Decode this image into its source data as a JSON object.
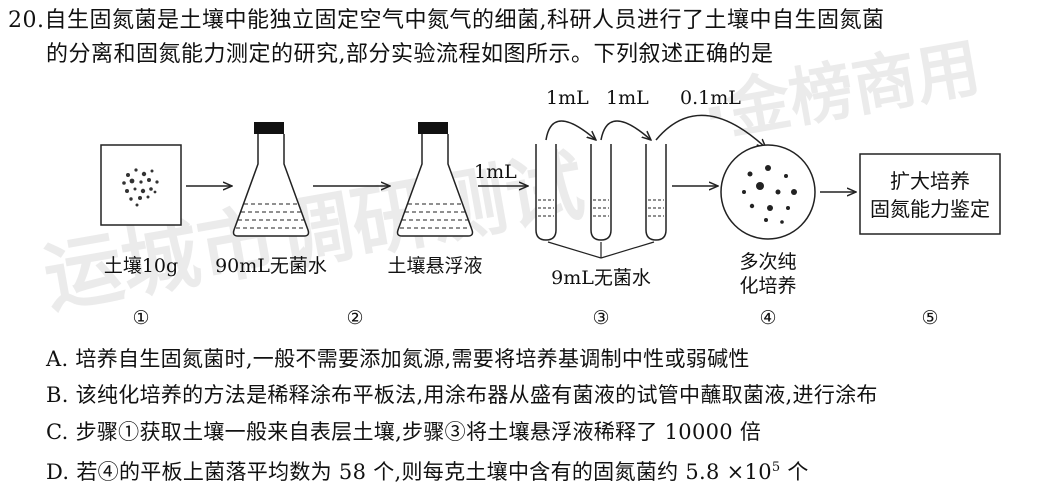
{
  "question": {
    "number": "20.",
    "line1": "自生固氮菌是土壤中能独立固定空气中氮气的细菌,科研人员进行了土壤中自生固氮菌",
    "line2": "的分离和固氮能力测定的研究,部分实验流程如图所示。下列叙述正确的是"
  },
  "watermark": {
    "left": "运城市调研测试",
    "right": "·金榜商用"
  },
  "diagram": {
    "soil_label": "土壤10g",
    "flask1_label": "90mL无菌水",
    "flask2_label": "土壤悬浮液",
    "transfer_1ml": "1mL",
    "tube_arrow_1": "1mL",
    "tube_arrow_2": "1mL",
    "tube_arrow_3": "0.1mL",
    "tubes_label": "9mL无菌水",
    "plate_label_1": "多次纯",
    "plate_label_2": "化培养",
    "box_line1": "扩大培养",
    "box_line2": "固氮能力鉴定",
    "steps": [
      "①",
      "②",
      "③",
      "④",
      "⑤"
    ]
  },
  "options": {
    "A": "A. 培养自生固氮菌时,一般不需要添加氮源,需要将培养基调制中性或弱碱性",
    "B": "B. 该纯化培养的方法是稀释涂布平板法,用涂布器从盛有菌液的试管中蘸取菌液,进行涂布",
    "C": "C. 步骤①获取土壤一般来自表层土壤,步骤③将土壤悬浮液稀释了 10000 倍",
    "D_prefix": "D. 若④的平板上菌落平均数为 58 个,则每克土壤中含有的固氮菌约 5.8 ×10",
    "D_exp": "5",
    "D_suffix": " 个"
  }
}
